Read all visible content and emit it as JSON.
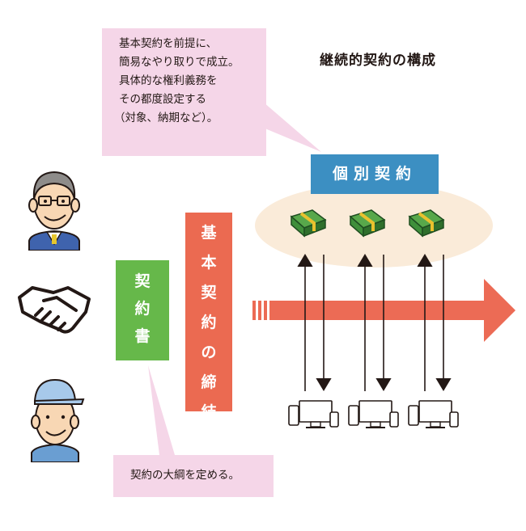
{
  "diagram": {
    "title": "継続的契約の構成",
    "top_callout": {
      "lines": [
        "基本契約を前提に、",
        "簡易なやり取りで成立。",
        "具体的な権利義務を",
        "その都度設定する",
        "（対象、納期など）。"
      ]
    },
    "individual_contract_label": "個別契約",
    "contract_document": {
      "chars": [
        "契",
        "約",
        "書"
      ]
    },
    "basic_contract": {
      "chars": [
        "基",
        "本",
        "契",
        "約",
        "の",
        "締",
        "結"
      ]
    },
    "bottom_callout": {
      "text": "契約の大綱を定める。"
    },
    "colors": {
      "callout_pink": "#f5d6e8",
      "ellipse_beige": "#faebd9",
      "label_blue": "#3c8fc2",
      "box_green": "#66b84a",
      "box_red": "#eb6a51",
      "arrow_red": "#ec6b55",
      "money_green": "#3f8f3b"
    },
    "icons": [
      "businessman-icon",
      "handshake-icon",
      "worker-icon",
      "money-bundle-icon",
      "devices-icon"
    ]
  }
}
